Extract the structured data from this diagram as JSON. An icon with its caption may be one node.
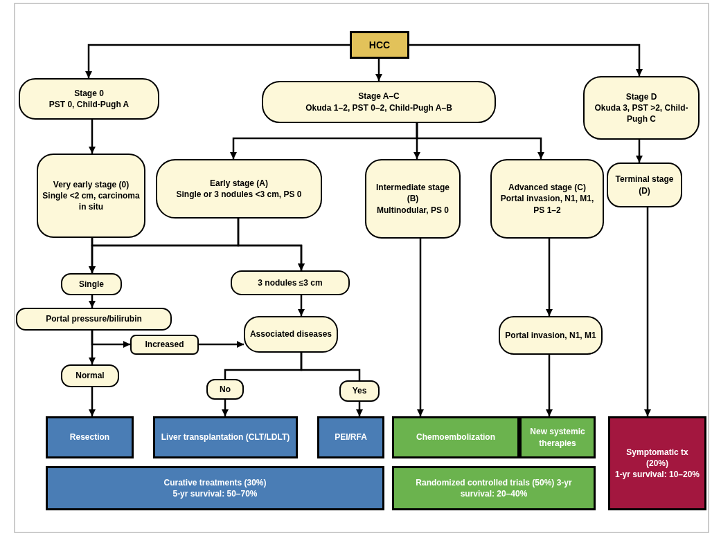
{
  "diagram": {
    "nodes": [
      {
        "text": [
          "HCC"
        ]
      },
      {
        "text": [
          "Stage 0",
          "PST 0, Child-Pugh A"
        ]
      },
      {
        "text": [
          "Stage A–C",
          "Okuda 1–2, PST 0–2, Child-Pugh A–B"
        ]
      },
      {
        "text": [
          "Stage D",
          "Okuda 3, PST >2, Child-Pugh C"
        ]
      },
      {
        "text": [
          "Very early stage (0)",
          "Single <2 cm, carcinoma in situ"
        ]
      },
      {
        "text": [
          "Early stage (A)",
          "Single or 3 nodules <3 cm, PS 0"
        ]
      },
      {
        "text": [
          "Intermediate stage (B)",
          "Multinodular, PS 0"
        ]
      },
      {
        "text": [
          "Advanced stage (C)",
          "Portal invasion, N1, M1, PS 1–2"
        ]
      },
      {
        "text": [
          "Terminal stage (D)"
        ]
      },
      {
        "text": [
          "Single"
        ]
      },
      {
        "text": [
          "3 nodules ≤3 cm"
        ]
      },
      {
        "text": [
          "Portal pressure/bilirubin"
        ]
      },
      {
        "text": [
          "Associated diseases"
        ]
      },
      {
        "text": [
          "Increased"
        ]
      },
      {
        "text": [
          "Normal"
        ]
      },
      {
        "text": [
          "No"
        ]
      },
      {
        "text": [
          "Yes"
        ]
      },
      {
        "text": [
          "Portal invasion, N1, M1"
        ]
      },
      {
        "text": [
          "Resection"
        ]
      },
      {
        "text": [
          "Liver transplantation (CLT/LDLT)"
        ]
      },
      {
        "text": [
          "PEI/RFA"
        ]
      },
      {
        "text": [
          "Chemoembolization"
        ]
      },
      {
        "text": [
          "New systemic therapies"
        ]
      },
      {
        "text": [
          "Symptomatic tx (20%)",
          "1-yr survival: 10–20%"
        ]
      },
      {
        "text": [
          "Curative treatments (30%)",
          "5-yr survival: 50–70%"
        ]
      },
      {
        "text": [
          "Randomized controlled trials (50%) 3-yr survival: 20–40%"
        ]
      }
    ],
    "edges": [
      {
        "from": 0,
        "to": 1,
        "arrow": "to"
      },
      {
        "from": 0,
        "to": 2,
        "arrow": "to"
      },
      {
        "from": 0,
        "to": 3,
        "arrow": "to"
      },
      {
        "from": 1,
        "to": 4,
        "arrow": "to"
      },
      {
        "from": 2,
        "to": 5,
        "arrow": "to"
      },
      {
        "from": 2,
        "to": 6,
        "arrow": "to"
      },
      {
        "from": 2,
        "to": 7,
        "arrow": "to"
      },
      {
        "from": 3,
        "to": 8,
        "arrow": "to"
      },
      {
        "from": 4,
        "to": 9,
        "arrow": "to"
      },
      {
        "from": 4,
        "to": 10,
        "arrow": "to"
      },
      {
        "from": 5,
        "to": 9,
        "arrow": "to"
      },
      {
        "from": 5,
        "to": 10,
        "arrow": "to"
      },
      {
        "from": 9,
        "to": 11,
        "arrow": "to"
      },
      {
        "from": 11,
        "to": 14,
        "arrow": "to"
      },
      {
        "from": 11,
        "to": 13,
        "arrow": "to"
      },
      {
        "from": 13,
        "to": 12,
        "arrow": "to"
      },
      {
        "from": 10,
        "to": 12,
        "arrow": "to"
      },
      {
        "from": 12,
        "to": 15,
        "arrow": "none"
      },
      {
        "from": 12,
        "to": 16,
        "arrow": "none"
      },
      {
        "from": 14,
        "to": 18,
        "arrow": "to"
      },
      {
        "from": 15,
        "to": 19,
        "arrow": "to"
      },
      {
        "from": 16,
        "to": 20,
        "arrow": "to"
      },
      {
        "from": 6,
        "to": 21,
        "arrow": "to"
      },
      {
        "from": 7,
        "to": 17,
        "arrow": "to"
      },
      {
        "from": 17,
        "to": 22,
        "arrow": "to"
      },
      {
        "from": 8,
        "to": 23,
        "arrow": "to"
      }
    ]
  }
}
